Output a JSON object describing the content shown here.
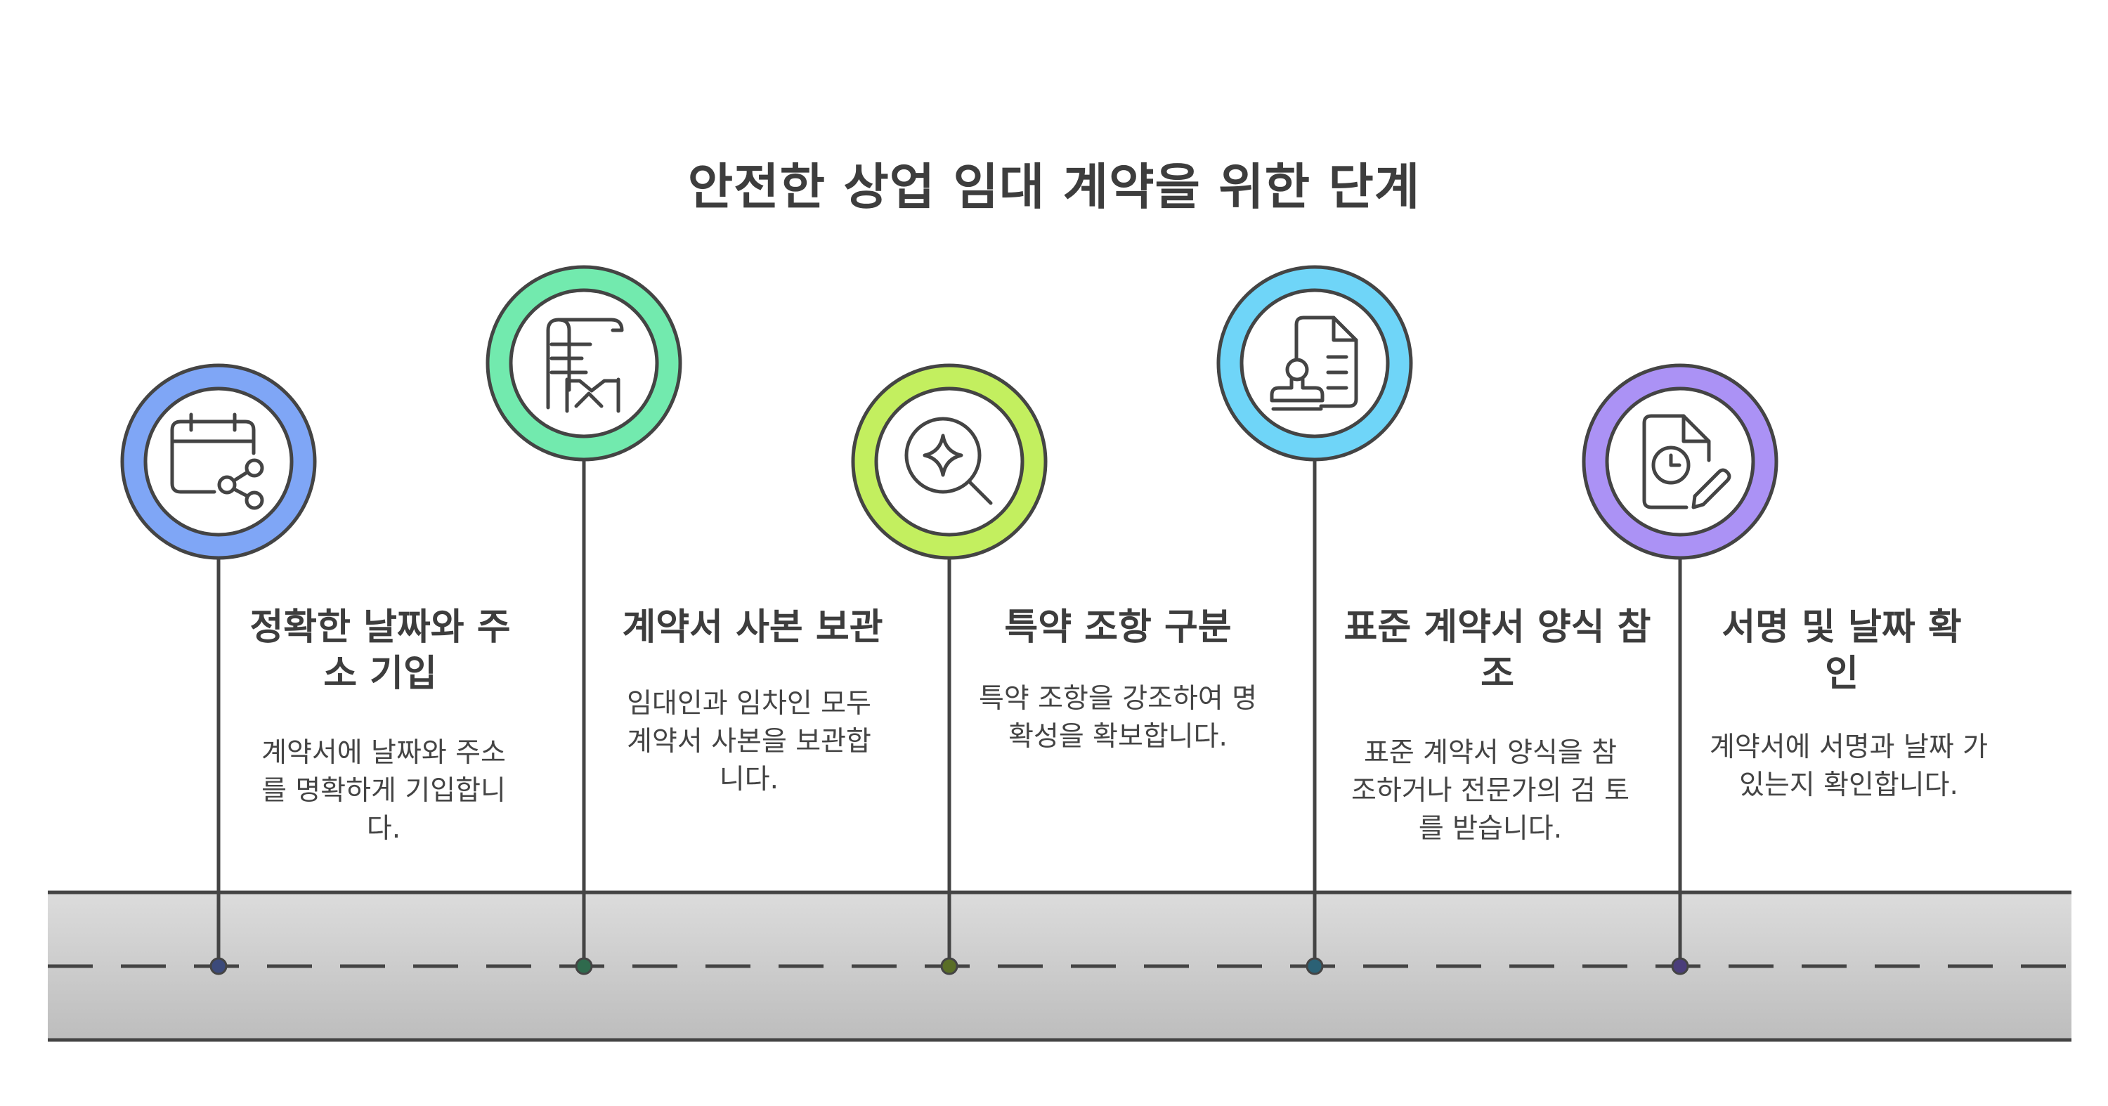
{
  "title": "안전한 상업 임대 계약을 위한 단계",
  "steps": [
    {
      "title": "정확한 날짜와 주 소 기입",
      "description": "계약서에 날짜와 주소 를 명확하게 기입합니 다.",
      "icon": "calendar-share-icon",
      "ring_color": "#7fa6f6",
      "dot_color": "#3c4a7a"
    },
    {
      "title": "계약서 사본 보관",
      "description": "임대인과 임차인 모두 계약서 사본을 보관합 니다.",
      "icon": "contract-handshake-icon",
      "ring_color": "#72eaae",
      "dot_color": "#2f6a4d"
    },
    {
      "title": "특약 조항 구분",
      "description": "특약 조항을 강조하여 명확성을 확보합니다.",
      "icon": "search-sparkle-icon",
      "ring_color": "#c3ef5f",
      "dot_color": "#5a6e26"
    },
    {
      "title": "표준 계약서 양식 참조",
      "description": "표준 계약서 양식을 참 조하거나 전문가의 검 토를 받습니다.",
      "icon": "document-stamp-icon",
      "ring_color": "#6fd5f8",
      "dot_color": "#2b6175"
    },
    {
      "title": "서명 및 날짜 확 인",
      "description": "계약서에 서명과 날짜 가 있는지 확인합니다.",
      "icon": "document-clock-pen-icon",
      "ring_color": "#ab92f5",
      "dot_color": "#4a3d7a"
    }
  ]
}
